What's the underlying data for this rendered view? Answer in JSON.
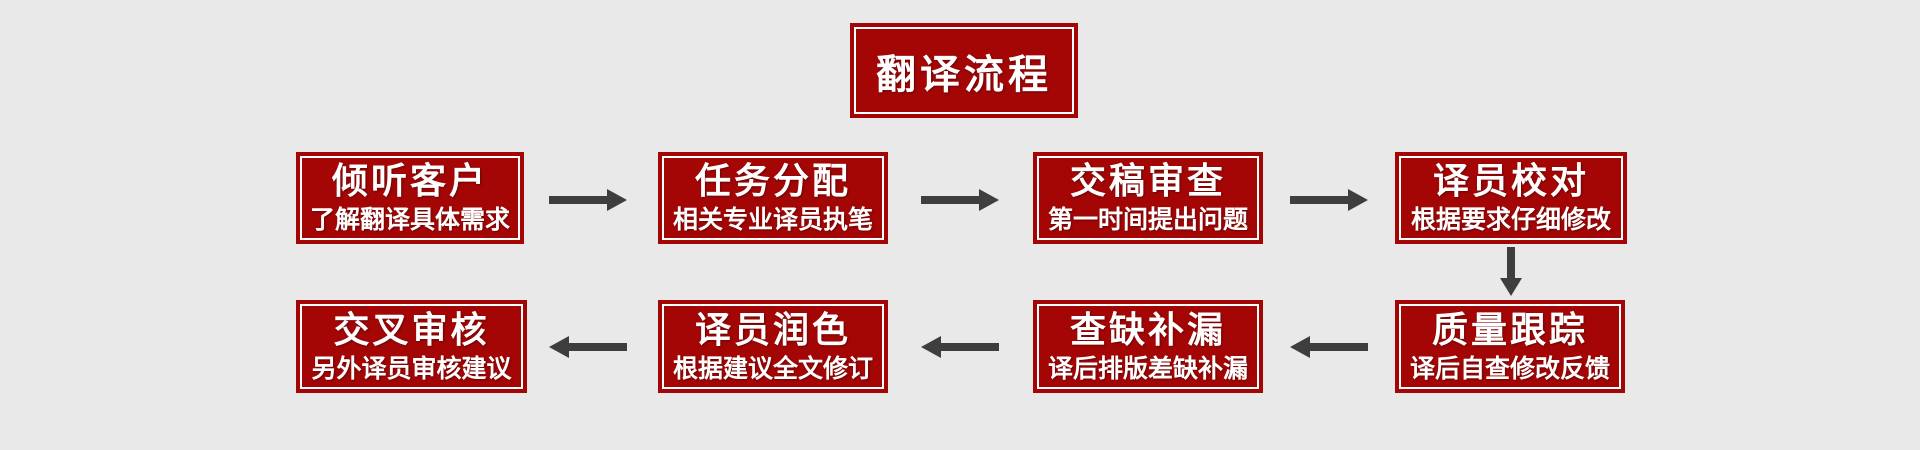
{
  "colors": {
    "page_bg": "#E9E9E9",
    "box_red": "#A40606",
    "inner_border_white": "#FFFFFF",
    "text_white": "#FFFFFF",
    "arrow_gray": "#3E3E3E"
  },
  "title": {
    "label": "翻译流程"
  },
  "flow": {
    "row1": [
      {
        "title": "倾听客户",
        "subtitle": "了解翻译具体需求"
      },
      {
        "title": "任务分配",
        "subtitle": "相关专业译员执笔"
      },
      {
        "title": "交稿审查",
        "subtitle": "第一时间提出问题"
      },
      {
        "title": "译员校对",
        "subtitle": "根据要求仔细修改"
      }
    ],
    "row2": [
      {
        "title": "交叉审核",
        "subtitle": "另外译员审核建议"
      },
      {
        "title": "译员润色",
        "subtitle": "根据建议全文修订"
      },
      {
        "title": "查缺补漏",
        "subtitle": "译后排版差缺补漏"
      },
      {
        "title": "质量跟踪",
        "subtitle": "译后自查修改反馈"
      }
    ]
  }
}
